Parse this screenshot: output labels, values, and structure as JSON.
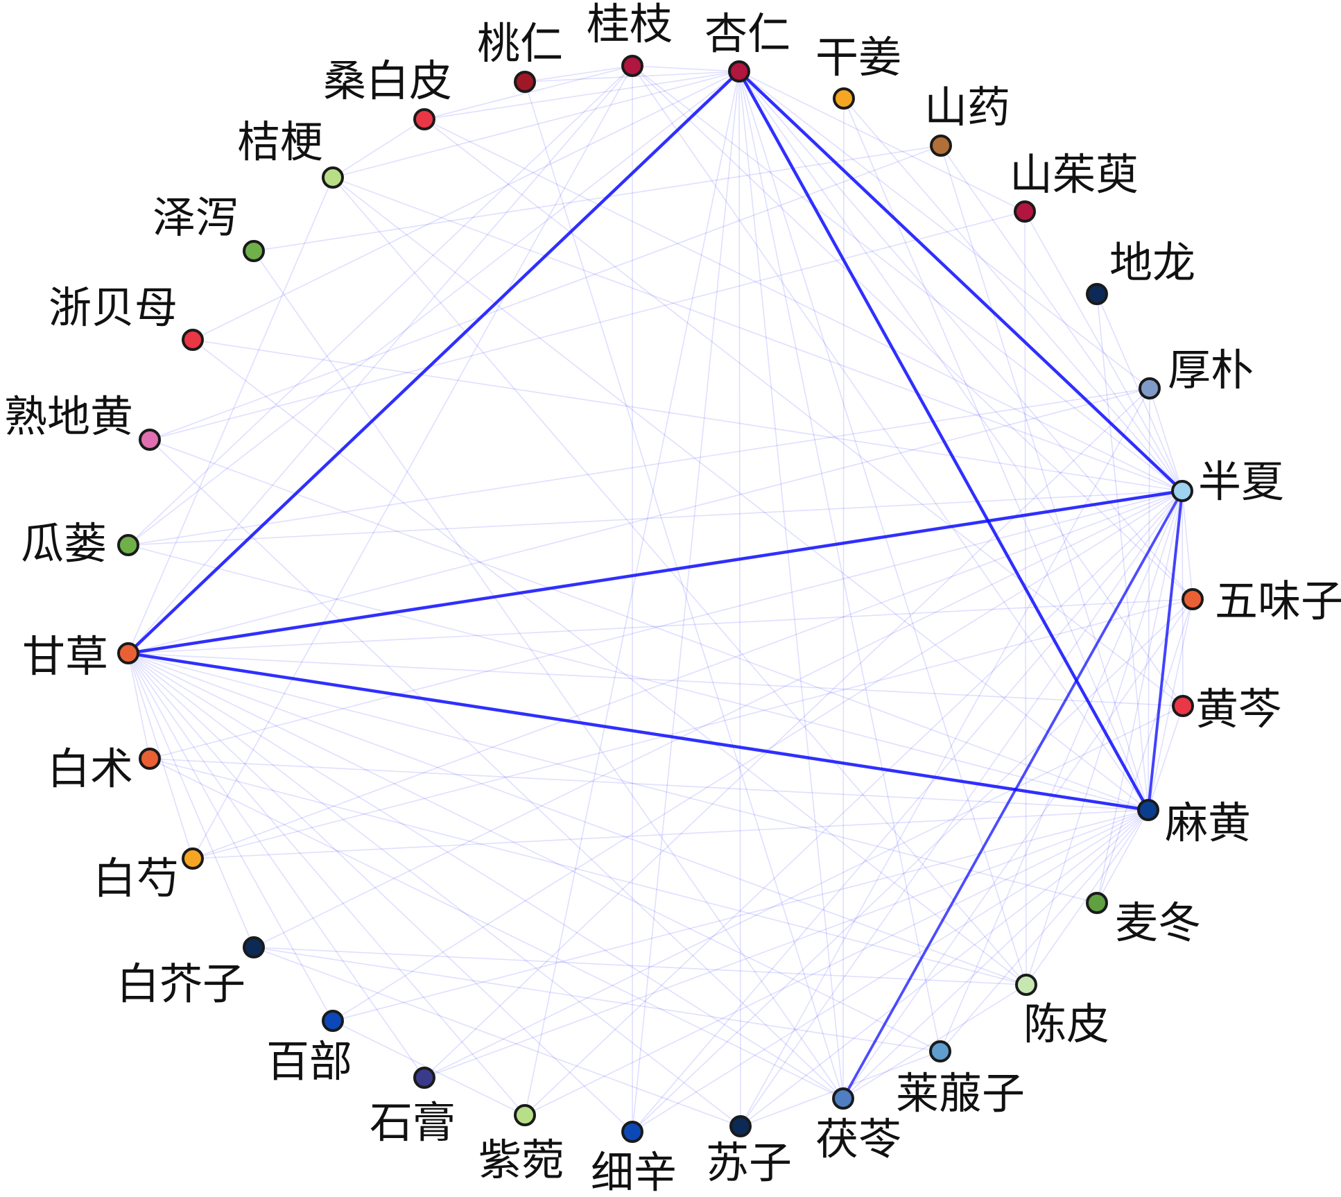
{
  "diagram": {
    "type": "circular-network",
    "edge_color": "#0a0aff",
    "nodes": [
      {
        "id": "n1",
        "label": "杏仁",
        "color": "#b0163f"
      },
      {
        "id": "n2",
        "label": "干姜",
        "color": "#f5a623"
      },
      {
        "id": "n3",
        "label": "山药",
        "color": "#b07038"
      },
      {
        "id": "n4",
        "label": "山茱萸",
        "color": "#b0163f"
      },
      {
        "id": "n5",
        "label": "地龙",
        "color": "#0c2a55"
      },
      {
        "id": "n6",
        "label": "厚朴",
        "color": "#7f9cc8"
      },
      {
        "id": "n7",
        "label": "半夏",
        "color": "#9fd3ef"
      },
      {
        "id": "n8",
        "label": "五味子",
        "color": "#ea6035"
      },
      {
        "id": "n9",
        "label": "黄芩",
        "color": "#ea3745"
      },
      {
        "id": "n10",
        "label": "麻黄",
        "color": "#0a3f8f"
      },
      {
        "id": "n11",
        "label": "麦冬",
        "color": "#5fa040"
      },
      {
        "id": "n12",
        "label": "陈皮",
        "color": "#c6e6b2"
      },
      {
        "id": "n13",
        "label": "莱菔子",
        "color": "#5f9ecf"
      },
      {
        "id": "n14",
        "label": "茯苓",
        "color": "#4f7ec2"
      },
      {
        "id": "n15",
        "label": "苏子",
        "color": "#0c2a55"
      },
      {
        "id": "n16",
        "label": "细辛",
        "color": "#0c48b8"
      },
      {
        "id": "n17",
        "label": "紫菀",
        "color": "#b8df88"
      },
      {
        "id": "n18",
        "label": "石膏",
        "color": "#3a3a8a"
      },
      {
        "id": "n19",
        "label": "百部",
        "color": "#0c48b8"
      },
      {
        "id": "n20",
        "label": "白芥子",
        "color": "#0c2a55"
      },
      {
        "id": "n21",
        "label": "白芍",
        "color": "#f5a623"
      },
      {
        "id": "n22",
        "label": "白术",
        "color": "#ea6035"
      },
      {
        "id": "n23",
        "label": "甘草",
        "color": "#ea6035"
      },
      {
        "id": "n24",
        "label": "瓜蒌",
        "color": "#6fb04a"
      },
      {
        "id": "n25",
        "label": "熟地黄",
        "color": "#e070b0"
      },
      {
        "id": "n26",
        "label": "浙贝母",
        "color": "#ea3745"
      },
      {
        "id": "n27",
        "label": "泽泻",
        "color": "#6fb04a"
      },
      {
        "id": "n28",
        "label": "桔梗",
        "color": "#b8df88"
      },
      {
        "id": "n29",
        "label": "桑白皮",
        "color": "#ea3745"
      },
      {
        "id": "n30",
        "label": "桃仁",
        "color": "#a01828"
      },
      {
        "id": "n31",
        "label": "桂枝",
        "color": "#b0163f"
      }
    ],
    "strong_edges": [
      {
        "source": "n1",
        "target": "n23",
        "weight": 1.0
      },
      {
        "source": "n1",
        "target": "n7",
        "weight": 1.0
      },
      {
        "source": "n1",
        "target": "n10",
        "weight": 1.0
      },
      {
        "source": "n23",
        "target": "n7",
        "weight": 1.0
      },
      {
        "source": "n23",
        "target": "n10",
        "weight": 1.0
      },
      {
        "source": "n7",
        "target": "n10",
        "weight": 0.8
      },
      {
        "source": "n7",
        "target": "n14",
        "weight": 0.7
      }
    ],
    "weak_edges": [
      [
        "n1",
        "n31"
      ],
      [
        "n1",
        "n30"
      ],
      [
        "n1",
        "n29"
      ],
      [
        "n1",
        "n28"
      ],
      [
        "n1",
        "n15"
      ],
      [
        "n1",
        "n16"
      ],
      [
        "n1",
        "n14"
      ],
      [
        "n1",
        "n13"
      ],
      [
        "n1",
        "n12"
      ],
      [
        "n1",
        "n9"
      ],
      [
        "n1",
        "n8"
      ],
      [
        "n1",
        "n6"
      ],
      [
        "n1",
        "n4"
      ],
      [
        "n1",
        "n24"
      ],
      [
        "n1",
        "n26"
      ],
      [
        "n1",
        "n17"
      ],
      [
        "n31",
        "n16"
      ],
      [
        "n31",
        "n29"
      ],
      [
        "n31",
        "n30"
      ],
      [
        "n31",
        "n21"
      ],
      [
        "n31",
        "n8"
      ],
      [
        "n31",
        "n7"
      ],
      [
        "n31",
        "n10"
      ],
      [
        "n31",
        "n23"
      ],
      [
        "n30",
        "n14"
      ],
      [
        "n29",
        "n28"
      ],
      [
        "n29",
        "n9"
      ],
      [
        "n29",
        "n7"
      ],
      [
        "n28",
        "n10"
      ],
      [
        "n28",
        "n12"
      ],
      [
        "n28",
        "n7"
      ],
      [
        "n27",
        "n14"
      ],
      [
        "n27",
        "n3"
      ],
      [
        "n26",
        "n7"
      ],
      [
        "n26",
        "n12"
      ],
      [
        "n25",
        "n3"
      ],
      [
        "n25",
        "n4"
      ],
      [
        "n25",
        "n14"
      ],
      [
        "n25",
        "n10"
      ],
      [
        "n24",
        "n7"
      ],
      [
        "n24",
        "n6"
      ],
      [
        "n24",
        "n31"
      ],
      [
        "n24",
        "n10"
      ],
      [
        "n23",
        "n22"
      ],
      [
        "n23",
        "n14"
      ],
      [
        "n23",
        "n12"
      ],
      [
        "n23",
        "n16"
      ],
      [
        "n23",
        "n15"
      ],
      [
        "n23",
        "n17"
      ],
      [
        "n23",
        "n18"
      ],
      [
        "n23",
        "n19"
      ],
      [
        "n23",
        "n20"
      ],
      [
        "n23",
        "n21"
      ],
      [
        "n23",
        "n9"
      ],
      [
        "n23",
        "n8"
      ],
      [
        "n23",
        "n6"
      ],
      [
        "n23",
        "n13"
      ],
      [
        "n23",
        "n11"
      ],
      [
        "n23",
        "n28"
      ],
      [
        "n22",
        "n14"
      ],
      [
        "n22",
        "n7"
      ],
      [
        "n22",
        "n10"
      ],
      [
        "n22",
        "n12"
      ],
      [
        "n21",
        "n7"
      ],
      [
        "n21",
        "n10"
      ],
      [
        "n21",
        "n8"
      ],
      [
        "n20",
        "n15"
      ],
      [
        "n20",
        "n13"
      ],
      [
        "n20",
        "n7"
      ],
      [
        "n20",
        "n12"
      ],
      [
        "n19",
        "n17"
      ],
      [
        "n19",
        "n10"
      ],
      [
        "n19",
        "n7"
      ],
      [
        "n18",
        "n10"
      ],
      [
        "n18",
        "n9"
      ],
      [
        "n18",
        "n6"
      ],
      [
        "n17",
        "n10"
      ],
      [
        "n17",
        "n7"
      ],
      [
        "n16",
        "n10"
      ],
      [
        "n16",
        "n7"
      ],
      [
        "n16",
        "n8"
      ],
      [
        "n15",
        "n13"
      ],
      [
        "n15",
        "n7"
      ],
      [
        "n15",
        "n10"
      ],
      [
        "n15",
        "n6"
      ],
      [
        "n14",
        "n12"
      ],
      [
        "n14",
        "n10"
      ],
      [
        "n14",
        "n2"
      ],
      [
        "n14",
        "n8"
      ],
      [
        "n13",
        "n10"
      ],
      [
        "n13",
        "n7"
      ],
      [
        "n12",
        "n10"
      ],
      [
        "n12",
        "n4"
      ],
      [
        "n12",
        "n7"
      ],
      [
        "n11",
        "n10"
      ],
      [
        "n11",
        "n7"
      ],
      [
        "n11",
        "n8"
      ],
      [
        "n10",
        "n9"
      ],
      [
        "n10",
        "n8"
      ],
      [
        "n10",
        "n6"
      ],
      [
        "n10",
        "n2"
      ],
      [
        "n10",
        "n5"
      ],
      [
        "n9",
        "n7"
      ],
      [
        "n8",
        "n7"
      ],
      [
        "n7",
        "n6"
      ],
      [
        "n7",
        "n5"
      ],
      [
        "n7",
        "n4"
      ],
      [
        "n7",
        "n2"
      ],
      [
        "n7",
        "n3"
      ],
      [
        "n3",
        "n10"
      ]
    ]
  }
}
